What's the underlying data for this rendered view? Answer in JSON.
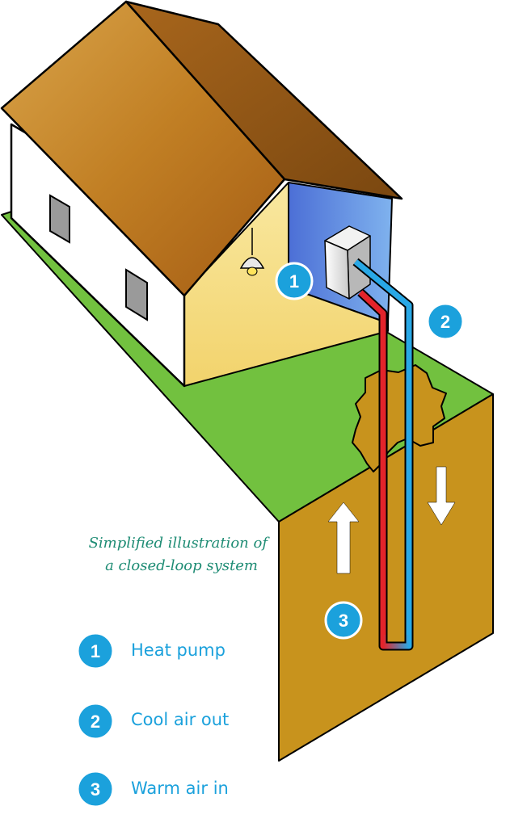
{
  "caption": {
    "line1": "Simplified illustration of",
    "line2": "a closed-loop system"
  },
  "callouts": [
    {
      "number": "1",
      "meaning": "Heat pump"
    },
    {
      "number": "2",
      "meaning": "Cool air out"
    },
    {
      "number": "3",
      "meaning": "Warm air in"
    }
  ],
  "legend": [
    {
      "number": "1",
      "label": "Heat pump"
    },
    {
      "number": "2",
      "label": "Cool air out"
    },
    {
      "number": "3",
      "label": "Warm air in"
    }
  ],
  "colors": {
    "grass": "#72c13f",
    "soil": "#c8931d",
    "roof": "#c17f24",
    "wall_front": "#ffffff",
    "wall_interior": "#f7df86",
    "gable": "#5a7ddb",
    "pipe_warm": "#e3242b",
    "pipe_cool": "#29a8e6",
    "badge": "#1ba1dc",
    "caption_text": "#1e8c74"
  }
}
